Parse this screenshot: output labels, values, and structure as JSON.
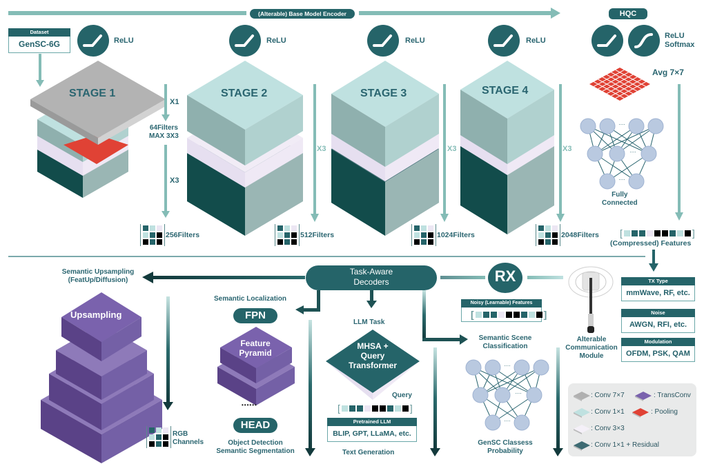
{
  "colors": {
    "teal_dark": "#256469",
    "teal_light": "#bfe1e0",
    "teal_mid": "#84bcb6",
    "gray": "#b0b0b0",
    "lavender": "#ece6f3",
    "dark_green": "#124c4b",
    "red": "#e04235",
    "purple": "#7a62ad",
    "legend_bg": "#e9eaea"
  },
  "header": {
    "encoder_label": "(Alterable) Base Model Encoder",
    "hqc_label": "HQC"
  },
  "dataset": {
    "title": "Dataset",
    "value": "GenSC-6G"
  },
  "activations": {
    "relu": "ReLU",
    "relu_softmax_line1": "ReLU",
    "relu_softmax_line2": "Softmax"
  },
  "stages": [
    {
      "label": "STAGE 1",
      "filters": "256Filters"
    },
    {
      "label": "STAGE 2",
      "filters": "512Filters"
    },
    {
      "label": "STAGE 3",
      "filters": "1024Filters"
    },
    {
      "label": "STAGE 4",
      "filters": "2048Filters"
    }
  ],
  "stage1_annotations": {
    "x1": "X1",
    "filters_line1": "64Filters",
    "filters_line2": "MAX 3X3",
    "x3": "X3"
  },
  "repeat_label": "X3",
  "hqc": {
    "avg_label": "Avg 7×7",
    "fc_line1": "Fully",
    "fc_line2": "Connected",
    "dots": "....",
    "compressed_label": "(Compressed) Features"
  },
  "feature_vector": [
    "#bfe1e0",
    "#256469",
    "#256469",
    "#ece6f3",
    "#000000",
    "#000000",
    "#256469",
    "#bfe1e0",
    "#000000"
  ],
  "filter_grid": [
    "#256469",
    "#bfe1e0",
    "#ece6f3",
    "#bfe1e0",
    "#256469",
    "#000000",
    "#000000",
    "#256469",
    "#000000"
  ],
  "tx": {
    "type_title": "TX Type",
    "type_value": "mmWave, RF, etc.",
    "noise_title": "Noise",
    "noise_value": "AWGN, RFI, etc.",
    "mod_title": "Modulation",
    "mod_value": "OFDM, PSK, QAM"
  },
  "comm_module": {
    "line1": "Alterable",
    "line2": "Communication",
    "line3": "Module"
  },
  "rx_label": "RX",
  "decoders": {
    "line1": "Task-Aware",
    "line2": "Decoders"
  },
  "noisy_features_title": "Noisy (Learnable) Features",
  "upsampling": {
    "title_line1": "Semantic Upsampling",
    "title_line2": "(FeatUp/Diffusion)",
    "block_label": "Upsampling",
    "rgb_line1": "RGB",
    "rgb_line2": "Channels"
  },
  "localization": {
    "title": "Semantic Localization",
    "fpn": "FPN",
    "pyramid_line1": "Feature",
    "pyramid_line2": "Pyramid",
    "dots": "••••••",
    "head": "HEAD",
    "out_line1": "Object Detection",
    "out_line2": "Semantic Segmentation"
  },
  "llm": {
    "title": "LLM Task",
    "block_line1": "MHSA +",
    "block_line2": "Query",
    "block_line3": "Transformer",
    "query": "Query",
    "pretrained_title": "Pretrained LLM",
    "pretrained_value": "BLIP, GPT, LLaMA, etc.",
    "output": "Text Generation"
  },
  "classification": {
    "title_line1": "Semantic Scene",
    "title_line2": "Classification",
    "out_line1": "GenSC Classess",
    "out_line2": "Probability"
  },
  "legend": [
    {
      "label": ": Conv 7×7",
      "color": "#b0b0b0"
    },
    {
      "label": ": TransConv",
      "color": "#7a62ad"
    },
    {
      "label": ": Conv 1×1",
      "color": "#bfe1e0"
    },
    {
      "label": ": Pooling",
      "color": "#e04235"
    },
    {
      "label": ": Conv 3×3",
      "color": "#f4f0f8"
    },
    {
      "label": ": Conv 1×1 + Residual",
      "color": "#3e6b73"
    }
  ]
}
